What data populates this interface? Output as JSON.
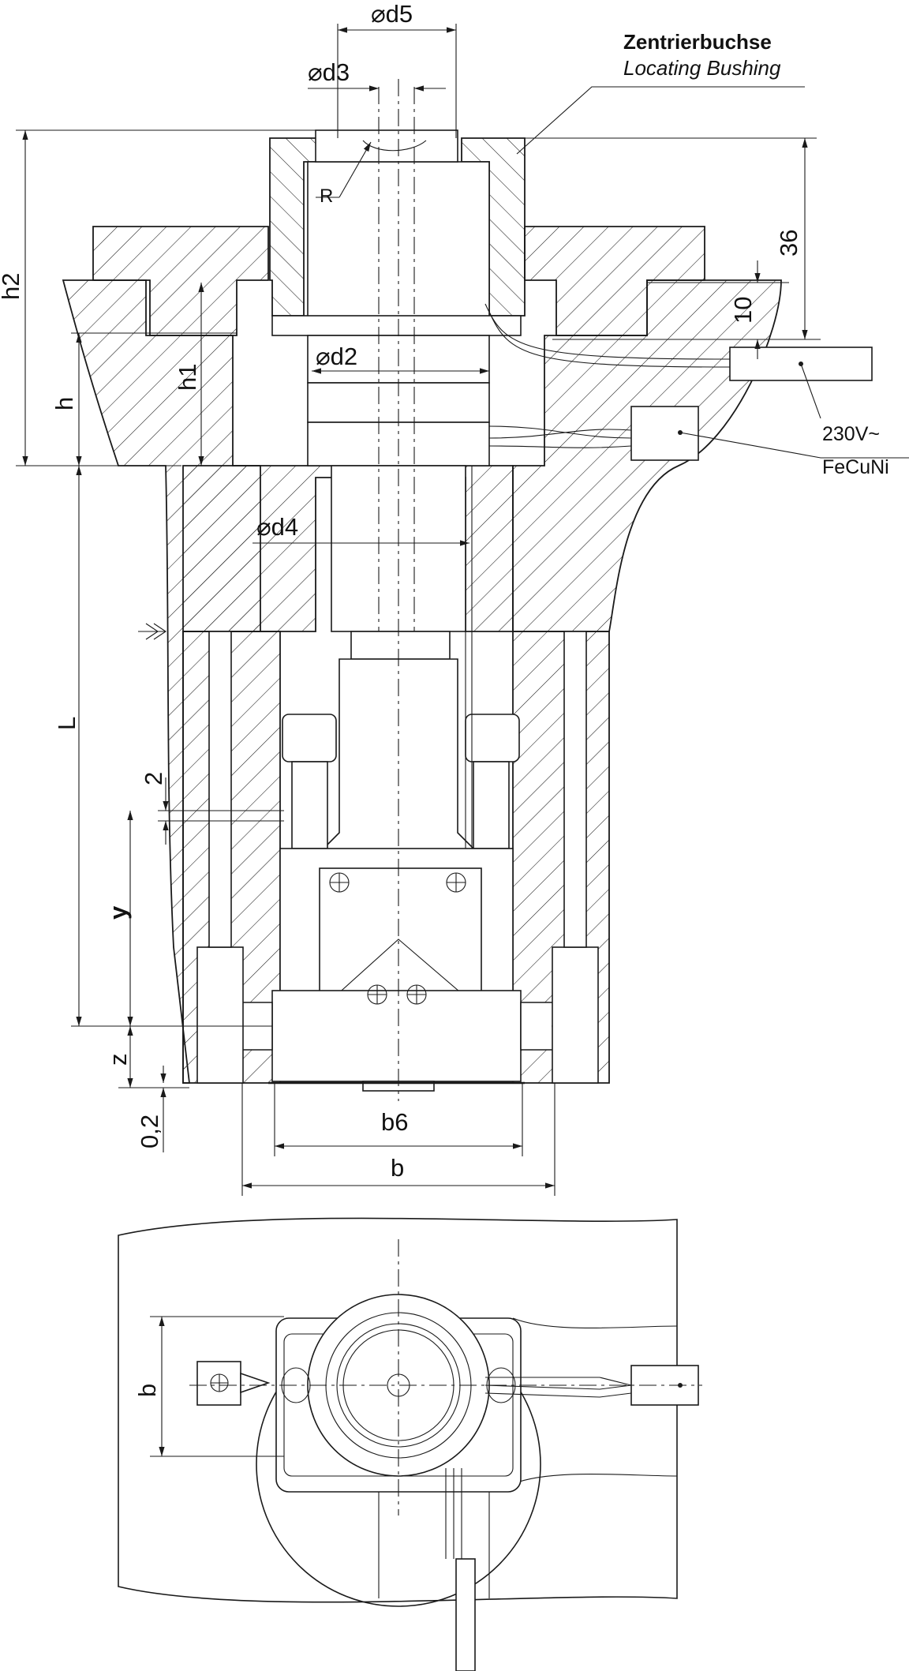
{
  "labels": {
    "part_name_de": "Zentrierbuchse",
    "part_name_en": "Locating Bushing",
    "voltage": "230V~",
    "thermocouple": "FeCuNi",
    "radius": "R"
  },
  "dimensions": {
    "d5": "d5",
    "d3": "d3",
    "d2": "d2",
    "d4": "d4",
    "h2": "h2",
    "h1": "h1",
    "h": "h",
    "L": "L",
    "dim_2": "2",
    "y": "y",
    "z": "z",
    "gap": "0,2",
    "b6": "b6",
    "b": "b",
    "b_top_view": "b",
    "dim_36": "36",
    "dim_10": "10"
  },
  "symbols": {
    "diameter": "⌀"
  }
}
